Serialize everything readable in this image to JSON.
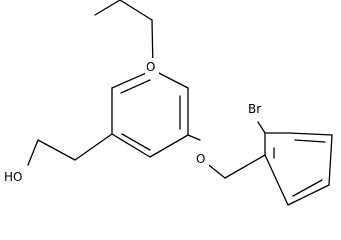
{
  "diagram": {
    "type": "chemical-structure",
    "atom_labels": {
      "ethoxy_oxygen": "O",
      "ether_oxygen": "O",
      "bromine": "Br",
      "hydroxyl": "HO"
    },
    "colors": {
      "bond": "#000000",
      "label": "#000000",
      "background": "#ffffff"
    }
  }
}
